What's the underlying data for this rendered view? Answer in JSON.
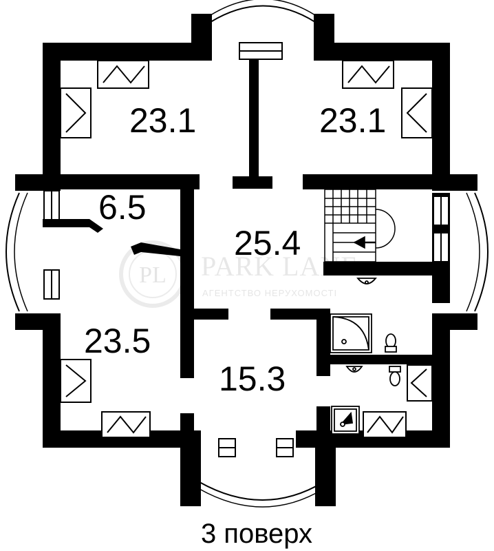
{
  "plan": {
    "floor_label": "3 поверх",
    "rooms": [
      {
        "id": "room-nw",
        "area": "23.1"
      },
      {
        "id": "room-ne",
        "area": "23.1"
      },
      {
        "id": "room-small",
        "area": "6.5"
      },
      {
        "id": "room-hall",
        "area": "25.4"
      },
      {
        "id": "room-sw",
        "area": "23.5"
      },
      {
        "id": "room-lobby",
        "area": "15.3"
      }
    ]
  },
  "watermark": {
    "monogram": "PL",
    "brand": "PARK LANE",
    "tagline": "АГЕНТСТВО НЕРУХОМОСТІ"
  },
  "colors": {
    "wall": "#000000",
    "background": "#ffffff"
  }
}
